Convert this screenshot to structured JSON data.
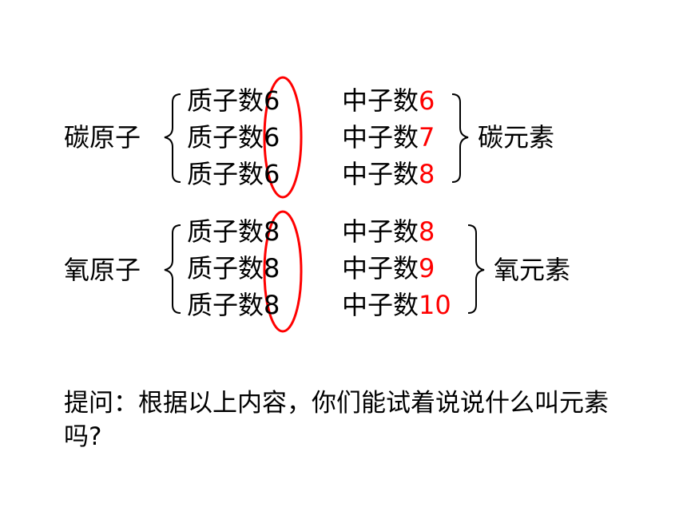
{
  "carbon": {
    "atom_label": "碳原子",
    "element_label": "碳元素",
    "rows": [
      {
        "proton_label": "质子数",
        "proton": "6",
        "neutron_label": "中子数",
        "neutron": "6"
      },
      {
        "proton_label": "质子数",
        "proton": "6",
        "neutron_label": "中子数",
        "neutron": "7"
      },
      {
        "proton_label": "质子数",
        "proton": "6",
        "neutron_label": "中子数",
        "neutron": "8"
      }
    ]
  },
  "oxygen": {
    "atom_label": "氧原子",
    "element_label": "氧元素",
    "rows": [
      {
        "proton_label": "质子数",
        "proton": "8",
        "neutron_label": "中子数",
        "neutron": "8"
      },
      {
        "proton_label": "质子数",
        "proton": "8",
        "neutron_label": "中子数",
        "neutron": "9"
      },
      {
        "proton_label": "质子数",
        "proton": "8",
        "neutron_label": "中子数",
        "neutron": "10"
      }
    ]
  },
  "question": "提问：根据以上内容，你们能试着说说什么叫元素吗?",
  "colors": {
    "highlight": "#ff0000",
    "text": "#000000"
  }
}
